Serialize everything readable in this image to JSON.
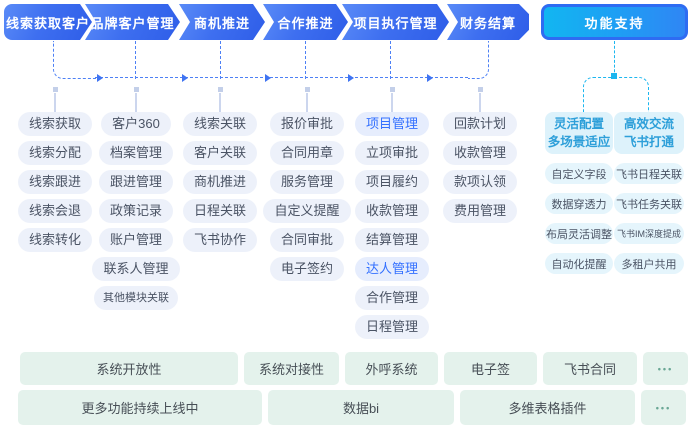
{
  "flow": {
    "stages": [
      {
        "label": "线索获取客户"
      },
      {
        "label": "品牌客户管理"
      },
      {
        "label": "商机推进"
      },
      {
        "label": "合作推进"
      },
      {
        "label": "项目执行管理"
      },
      {
        "label": "财务结算"
      }
    ],
    "support_label": "功能支持"
  },
  "columns": [
    {
      "items": [
        {
          "label": "线索获取"
        },
        {
          "label": "线索分配"
        },
        {
          "label": "线索跟进"
        },
        {
          "label": "线索会退"
        },
        {
          "label": "线索转化"
        }
      ]
    },
    {
      "items": [
        {
          "label": "客户360"
        },
        {
          "label": "档案管理"
        },
        {
          "label": "跟进管理"
        },
        {
          "label": "政策记录"
        },
        {
          "label": "账户管理"
        },
        {
          "label": "联系人管理"
        },
        {
          "label": "其他模块关联",
          "small": true
        }
      ]
    },
    {
      "items": [
        {
          "label": "线索关联"
        },
        {
          "label": "客户关联"
        },
        {
          "label": "商机推进"
        },
        {
          "label": "日程关联"
        },
        {
          "label": "飞书协作"
        }
      ]
    },
    {
      "items": [
        {
          "label": "报价审批"
        },
        {
          "label": "合同用章"
        },
        {
          "label": "服务管理"
        },
        {
          "label": "自定义提醒"
        },
        {
          "label": "合同审批"
        },
        {
          "label": "电子签约"
        }
      ]
    },
    {
      "items": [
        {
          "label": "项目管理",
          "highlight": true
        },
        {
          "label": "立项审批"
        },
        {
          "label": "项目履约"
        },
        {
          "label": "收款管理"
        },
        {
          "label": "结算管理"
        },
        {
          "label": "达人管理",
          "highlight": true
        },
        {
          "label": "合作管理"
        },
        {
          "label": "日程管理"
        }
      ]
    },
    {
      "items": [
        {
          "label": "回款计划"
        },
        {
          "label": "收款管理"
        },
        {
          "label": "款项认领"
        },
        {
          "label": "费用管理"
        }
      ]
    }
  ],
  "support": {
    "groups": [
      {
        "header_line1": "灵活配置",
        "header_line2": "多场景适应",
        "items": [
          {
            "label": "自定义字段"
          },
          {
            "label": "数据穿透力"
          },
          {
            "label": "布局灵活调整"
          },
          {
            "label": "自动化提醒"
          }
        ]
      },
      {
        "header_line1": "高效交流",
        "header_line2": "飞书打通",
        "items": [
          {
            "label": "飞书日程关联"
          },
          {
            "label": "飞书任务关联"
          },
          {
            "label": "飞书IM深度提成",
            "small": true
          },
          {
            "label": "多租户共用"
          }
        ]
      }
    ]
  },
  "bottom_rows": [
    [
      {
        "label": "系统开放性"
      },
      {
        "label": "系统对接性"
      },
      {
        "label": "外呼系统"
      },
      {
        "label": "电子签"
      },
      {
        "label": "飞书合同"
      },
      {
        "label": "•••",
        "dots": true
      }
    ],
    [
      {
        "label": "更多功能持续上线中"
      },
      {
        "label": "数据bi"
      },
      {
        "label": "多维表格插件"
      },
      {
        "label": "•••",
        "dots": true
      }
    ]
  ],
  "colors": {
    "flow_blue": "#3e6ff0",
    "support_cyan": "#1cb6ef",
    "pill_bg": "#edf1fa",
    "pill_text": "#4a5364",
    "highlight_text": "#3370ff",
    "support_pill_bg": "#e5f5fc",
    "support_header_text": "#2d9fd9",
    "bottom_bg": "#e4f2ec",
    "bottom_dots": "#6aa795"
  }
}
